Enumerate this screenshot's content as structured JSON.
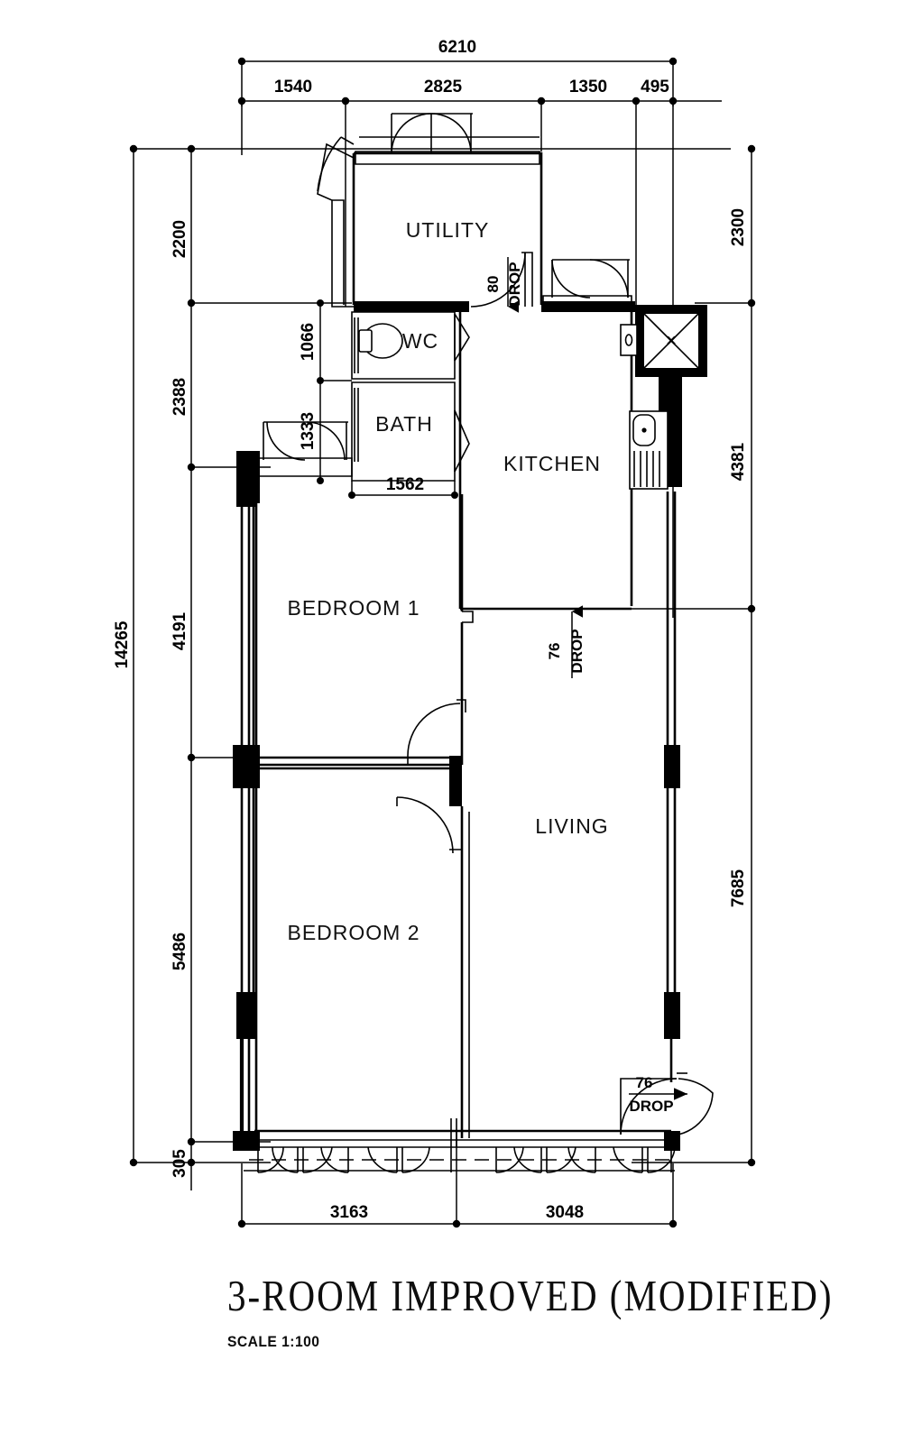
{
  "drawing": {
    "title": "3-ROOM IMPROVED (MODIFIED)",
    "scale_label": "SCALE  1:100",
    "line_color": "#000000",
    "background": "#ffffff"
  },
  "rooms": [
    {
      "id": "utility",
      "label": "UTILITY"
    },
    {
      "id": "wc",
      "label": "WC"
    },
    {
      "id": "bath",
      "label": "BATH"
    },
    {
      "id": "kitchen",
      "label": "KITCHEN"
    },
    {
      "id": "bedroom1",
      "label": "BEDROOM  1"
    },
    {
      "id": "bedroom2",
      "label": "BEDROOM  2"
    },
    {
      "id": "living",
      "label": "LIVING"
    }
  ],
  "dimensions": {
    "top_overall": "6210",
    "top_chain": [
      "1540",
      "2825",
      "1350",
      "495"
    ],
    "left_overall": "14265",
    "left_chain": [
      "2200",
      "2388",
      "4191",
      "5486",
      "305"
    ],
    "right_chain": [
      "2300",
      "4381",
      "7685"
    ],
    "bottom_chain": [
      "3163",
      "3048"
    ],
    "interior": {
      "wc_depth": "1066",
      "bath_depth": "1333",
      "bath_width": "1562"
    }
  },
  "drop_notes": [
    {
      "id": "utility-door-drop",
      "value": "80",
      "label": "DROP"
    },
    {
      "id": "living-kitchen-drop",
      "value": "76",
      "label": "DROP"
    },
    {
      "id": "entrance-drop",
      "value": "76",
      "label": "DROP"
    }
  ]
}
